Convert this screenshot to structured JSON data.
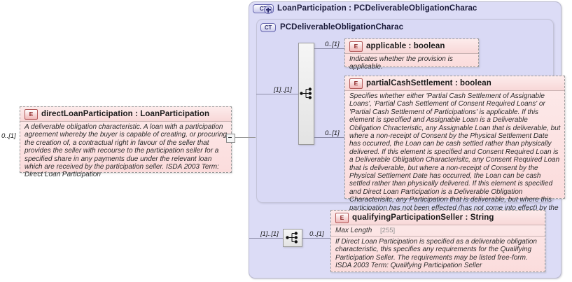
{
  "diagram": {
    "title_outer": "LoanParticipation : PCDeliverableObligationCharac",
    "title_inner": "PCDeliverableObligationCharac",
    "badge_outer": "CT",
    "badge_inner": "CT"
  },
  "left_element": {
    "badge": "E",
    "name": "directLoanParticipation : LoanParticipation",
    "cardinality": "0..[1]",
    "documentation": "A deliverable obligation characteristic. A loan with a participation agreement whereby the buyer is capable of creating, or procuring the creation of, a contractual right in favour of the seller that provides the seller with recourse to the participation seller for a specified share in any payments due under the relevant loan which are received by the participation seller. ISDA 2003 Term: Direct Loan Participation"
  },
  "compositors": [
    {
      "name": "sequence-main",
      "icon": "sequence-icon",
      "cardinality_in": "[1]..[1]"
    },
    {
      "name": "sequence-secondary",
      "icon": "sequence-icon",
      "cardinality_in": "[1]..[1]",
      "cardinality_out": "0..[1]"
    }
  ],
  "elements": [
    {
      "badge": "E",
      "name": "applicable : boolean",
      "cardinality": "0..[1]",
      "documentation": "Indicates whether the provision is applicable."
    },
    {
      "badge": "E",
      "name": "partialCashSettlement : boolean",
      "cardinality": "0..[1]",
      "documentation": "Specifies whether either 'Partial Cash Settlement of Assignable Loans', 'Partial Cash Settlement of Consent Required Loans' or 'Partial Cash Settlement of Participations' is applicable. If this element is specified and Assignable Loan is a Deliverable Obligation Chracteristic, any Assignable Loan that is deliverable, but where a non-receipt of Consent by the Physical Settlement Date has occurred, the Loan can be cash settled rather than physically delivered. If this element is specified and Consent Required Loan is a Deliverable Obligation Characterisitc, any Consent Required Loan that is deliverable, but where a non-receipt of Consent by the Physical Settlement Date has occurred, the Loan can be cash settled rather than physically delivered. If this element is specified and Direct Loan Participation is a Deliverable Obligation Characterisitc, any Participation that is deliverable, but where this participation has not been effected (has not come into effect) by the Physical Settlement Date, the p"
    },
    {
      "badge": "E",
      "name": "qualifyingParticipationSeller : String",
      "cardinality": "0..[1]",
      "facet_label": "Max Length",
      "facet_value": "[255]",
      "documentation": "If Direct Loan Participation is specified as a deliverable obligation characteristic, this specifies any requirements for the Qualifying Participation Seller. The requirements may be listed free-form. ISDA 2003 Term: Qualifying Participation Seller"
    }
  ],
  "colors": {
    "container_fill": "#dcdcf6",
    "container_border": "#b9b9cf",
    "element_fill": "#fbdcdc",
    "element_border": "#9a9a9a",
    "line": "#8d8da8"
  }
}
